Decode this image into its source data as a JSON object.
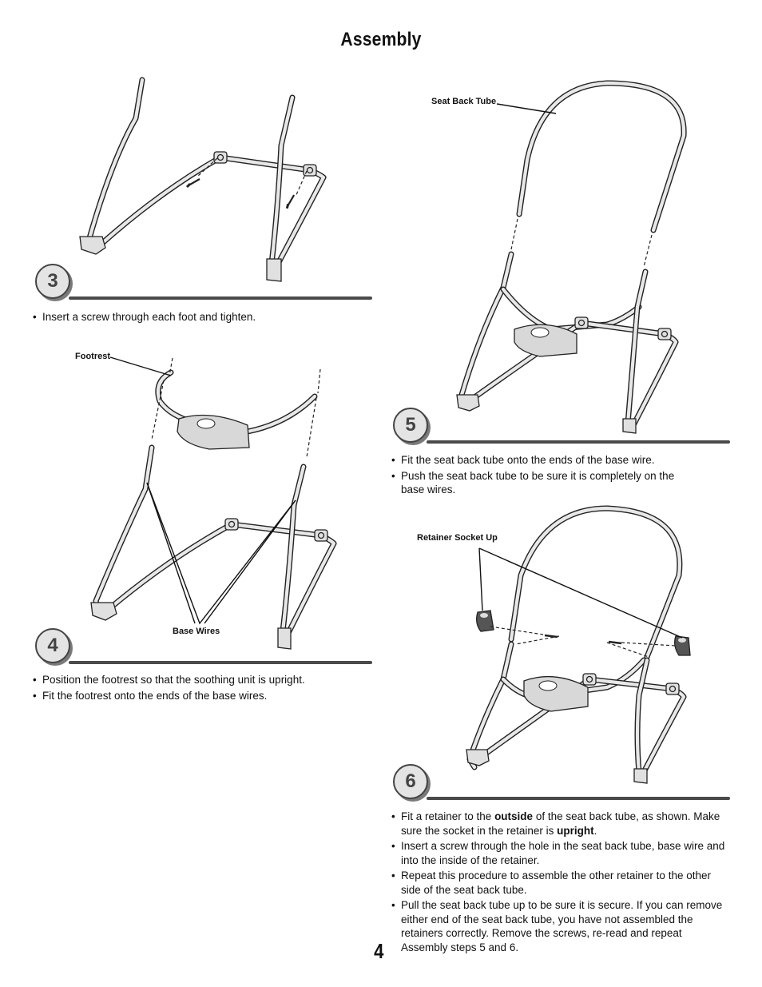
{
  "page": {
    "title": "Assembly",
    "page_number": "4"
  },
  "steps": {
    "step3": {
      "number": "3",
      "bullets": [
        "Insert a screw through each foot and tighten."
      ]
    },
    "step4": {
      "number": "4",
      "labels": {
        "footrest": "Footrest",
        "base_wires": "Base Wires"
      },
      "bullets": [
        "Position the footrest so that the soothing unit is upright.",
        "Fit the footrest onto the ends of the base wires."
      ]
    },
    "step5": {
      "number": "5",
      "labels": {
        "seat_back_tube": "Seat Back Tube"
      },
      "bullets": [
        "Fit the seat back tube onto the ends of the base wire.",
        "Push the seat back tube to be sure it is completely on the base wires."
      ]
    },
    "step6": {
      "number": "6",
      "labels": {
        "retainer_socket_up": "Retainer Socket Up"
      },
      "bullet1": {
        "a": "Fit a retainer to the ",
        "b": "outside",
        "c": " of the seat back tube, as shown. Make sure the socket in the retainer is ",
        "d": "upright",
        "e": "."
      },
      "bullets": [
        "Insert a screw through the hole in the seat back tube, base wire and into the inside of the retainer.",
        "Repeat this procedure to assemble the other retainer to the other side of the seat back tube.",
        "Pull the seat back tube up to be sure it is secure. If you can remove either end of the seat back tube, you have not assembled the retainers correctly. Remove the screws, re-read and repeat Assembly steps 5 and 6."
      ]
    }
  }
}
